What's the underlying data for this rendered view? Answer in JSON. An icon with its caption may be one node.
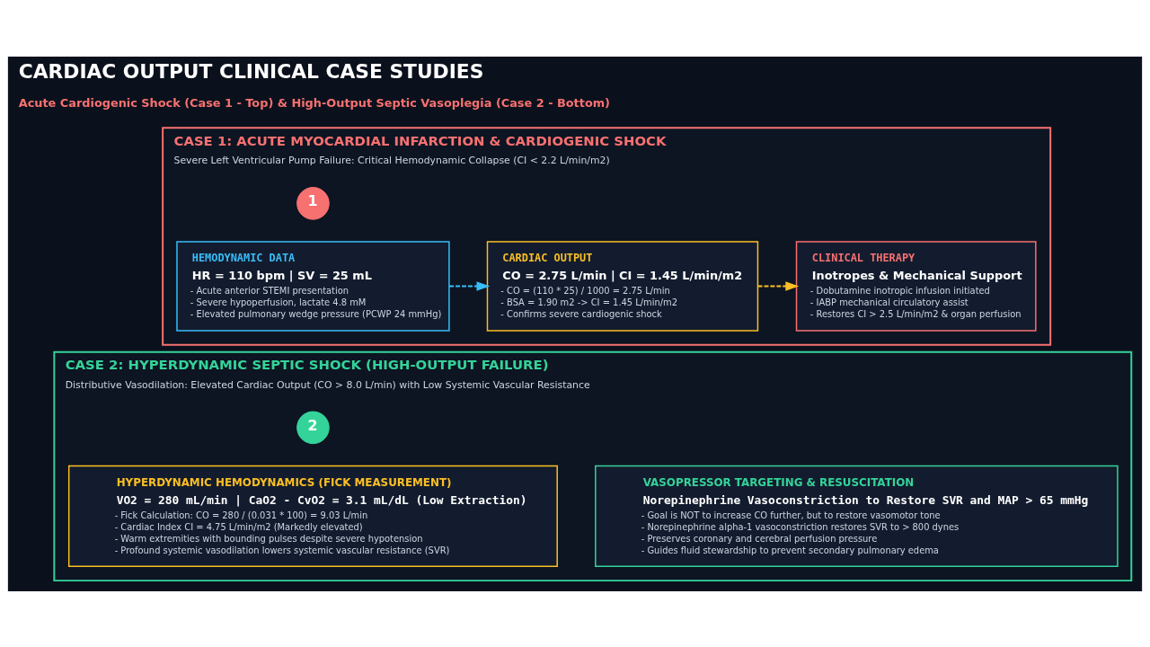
{
  "diagram": {
    "title": "CARDIAC OUTPUT CLINICAL CASE STUDIES",
    "nodes": [
      {
        "text": [
          "CASE 1: ACUTE MYOCARDIAL INFARCTION & CARDIOGENIC SHOCK",
          "Severe Left Ventricular Pump Failure: Critical Hemodynamic Collapse (CI < 2.2 L/min/m2)"
        ]
      },
      {
        "text": [
          "1"
        ],
        "in": 0
      },
      {
        "text": [
          "HEMODYNAMIC DATA",
          "HR = 110 bpm | SV = 25 mL",
          "- Acute anterior STEMI presentation",
          "- Severe hypoperfusion, lactate 4.8 mM",
          "- Elevated pulmonary wedge pressure (PCWP 24 mmHg)"
        ],
        "in": 0
      },
      {
        "text": [
          "CARDIAC OUTPUT",
          "CO = 2.75 L/min | CI = 1.45 L/min/m2",
          "- CO = (110 * 25) / 1000 = 2.75 L/min",
          "- BSA = 1.90 m2 -> CI = 1.45 L/min/m2",
          "- Confirms severe cardiogenic shock"
        ],
        "in": 0
      },
      {
        "text": [
          "CLINICAL THERAPY",
          "Inotropes & Mechanical Support",
          "- Dobutamine inotropic infusion initiated",
          "- IABP mechanical circulatory assist",
          "- Restores CI > 2.5 L/min/m2 & organ perfusion"
        ],
        "in": 0
      },
      {
        "text": [
          "CASE 2: HYPERDYNAMIC SEPTIC SHOCK (HIGH-OUTPUT FAILURE)",
          "Distributive Vasodilation: Elevated Cardiac Output (CO > 8.0 L/min) with Low Systemic Vascular Resistance"
        ]
      },
      {
        "text": [
          "2"
        ],
        "in": 5
      },
      {
        "text": [
          "HYPERDYNAMIC HEMODYNAMICS (FICK MEASUREMENT)",
          "VO2 = 280 mL/min | CaO2 - CvO2 = 3.1 mL/dL (Low Extraction)",
          "- Fick Calculation: CO = 280 / (0.031 * 100) = 9.03 L/min",
          "- Cardiac Index CI = 4.75 L/min/m2 (Markedly elevated)",
          "- Warm extremities with bounding pulses despite severe hypotension",
          "- Profound systemic vasodilation lowers systemic vascular resistance (SVR)"
        ],
        "in": 5
      },
      {
        "text": [
          "VASOPRESSOR TARGETING & RESUSCITATION",
          "Norepinephrine Vasoconstriction to Restore SVR and MAP > 65 mmHg",
          "- Goal is NOT to increase CO further, but to restore vasomotor tone",
          "- Norepinephrine alpha-1 vasoconstriction restores SVR to > 800 dynes",
          "- Preserves coronary and cerebral perfusion pressure",
          "- Guides fluid stewardship to prevent secondary pulmonary edema"
        ],
        "in": 5
      }
    ],
    "edges": [
      {
        "from": 2,
        "to": 3,
        "arrow": "to",
        "style": "dashed",
        "color": "#38bdf8"
      },
      {
        "from": 3,
        "to": 4,
        "arrow": "to",
        "style": "dashed",
        "color": "#fbbf24"
      }
    ],
    "labels": [
      "Acute Cardiogenic Shock (Case 1 - Top) & High-Output Septic Vasoplegia (Case 2 - Bottom)"
    ]
  }
}
